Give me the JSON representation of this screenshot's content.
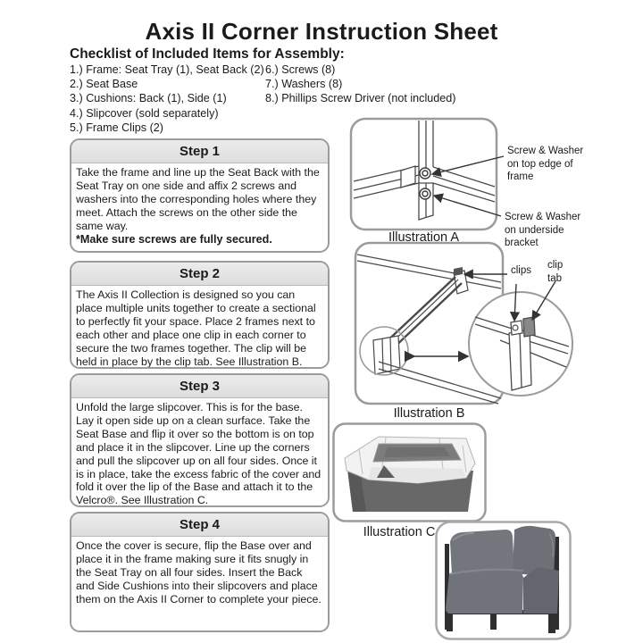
{
  "title": "Axis II Corner Instruction Sheet",
  "checklist": {
    "heading": "Checklist of Included Items for Assembly:",
    "col1": [
      "1.) Frame: Seat Tray (1), Seat Back (2)",
      "2.) Seat Base",
      "3.) Cushions: Back (1), Side (1)",
      "4.) Slipcover (sold separately)",
      "5.) Frame Clips (2)"
    ],
    "col2": [
      "6.) Screws (8)",
      "7.) Washers (8)",
      "8.) Phillips Screw Driver (not included)"
    ]
  },
  "steps": [
    {
      "label": "Step 1",
      "body": "Take the frame and line up the Seat Back with the Seat Tray on one side and affix 2 screws and washers into the corresponding holes where they meet. Attach the screws on the other side the same way.",
      "note": "*Make sure screws are fully secured."
    },
    {
      "label": "Step 2",
      "body": "The Axis II Collection is designed so you can place multiple units together to create a sectional to perfectly fit your space. Place 2 frames next to each other and place one clip in each corner to secure the two frames together. The clip will be held in place by the clip tab. See Illustration B."
    },
    {
      "label": "Step 3",
      "body": "Unfold the large slipcover. This is for the base. Lay it open side up on a clean surface. Take the Seat Base and flip it over so the bottom is on top and place it in the slipcover. Line up the corners and pull the slipcover up on all four sides. Once it is in place, take the excess fabric of the cover and fold it over the lip of the Base and attach it to the Velcro®. See Illustration C."
    },
    {
      "label": "Step 4",
      "body": "Once the cover is secure, flip the Base over and place it in the frame making sure it fits snugly in the Seat Tray on all four sides. Insert the Back and Side Cushions into their slipcovers and place them on the Axis II Corner to complete your piece."
    }
  ],
  "illustrations": {
    "a": {
      "caption": "Illustration A",
      "label_top": "Screw & Washer\non top edge of\nframe",
      "label_bottom": "Screw & Washer\non underside\nbracket"
    },
    "b": {
      "caption": "Illustration B",
      "label_clips": "clips",
      "label_clip_tab": "clip\ntab"
    },
    "c": {
      "caption": "Illustration C"
    }
  },
  "colors": {
    "box_border": "#9b9b9b",
    "header_band": "#e4e4e4",
    "line_art": "#4a4a4a",
    "chair_gray": "#70737a",
    "frame_dark": "#2f2f31",
    "base_gray": "#686868"
  }
}
